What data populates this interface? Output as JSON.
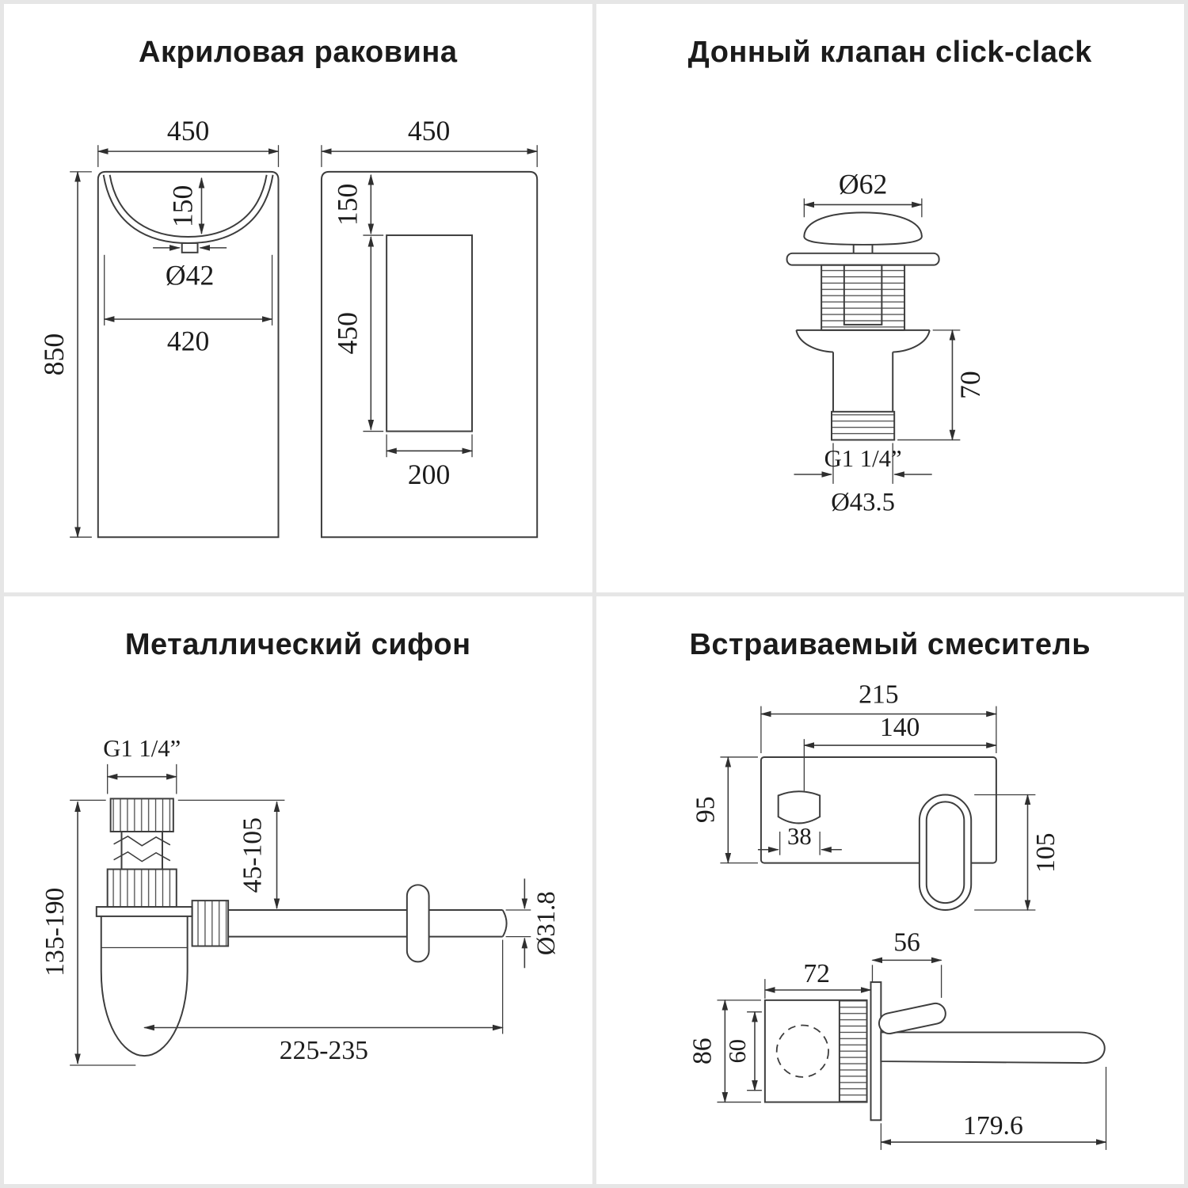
{
  "panels": {
    "sink": {
      "title": "Акриловая раковина",
      "dims": {
        "front_width": "450",
        "side_width": "450",
        "bowl_depth": "150",
        "drain_diameter": "Ø42",
        "bowl_inner_width": "420",
        "total_height": "850",
        "side_top_offset": "150",
        "pedestal_height": "450",
        "pedestal_depth": "200"
      }
    },
    "valve": {
      "title": "Донный клапан click-clack",
      "dims": {
        "cap_diameter": "Ø62",
        "tail_height": "70",
        "thread": "G1 1/4”",
        "thread_diameter": "Ø43.5"
      }
    },
    "siphon": {
      "title": "Металлический сифон",
      "dims": {
        "thread": "G1 1/4”",
        "inlet_adjust_range": "45-105",
        "height_range": "135-190",
        "pipe_diameter": "Ø31.8",
        "pipe_length_range": "225-235"
      }
    },
    "mixer": {
      "title": "Встраиваемый смеситель",
      "dims": {
        "plate_width": "215",
        "spout_offset": "140",
        "plate_height": "95",
        "spout_width": "38",
        "handle_height": "105",
        "handle_reach": "56",
        "body_width": "72",
        "body_height": "86",
        "body_inner_height": "60",
        "spout_length": "179.6"
      }
    }
  }
}
